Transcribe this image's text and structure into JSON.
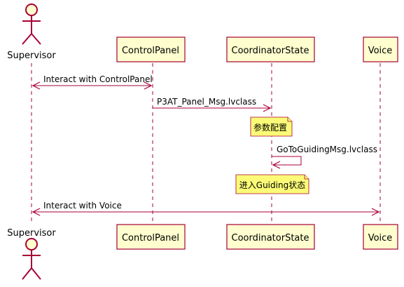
{
  "participants": {
    "supervisor": "Supervisor",
    "control_panel": "ControlPanel",
    "coordinator_state": "CoordinatorState",
    "voice": "Voice"
  },
  "messages": {
    "interact_control_panel": "Interact with ControlPanel",
    "panel_msg": "P3AT_Panel_Msg.lvclass",
    "goto_guiding": "GoToGuidingMsg.lvclass",
    "interact_voice": "Interact with Voice"
  },
  "notes": {
    "param_config": "参数配置",
    "enter_guiding": "进入Guiding状态"
  },
  "colors": {
    "line": "#a80036",
    "participant_fill": "#fefece",
    "note_fill": "#fbfb77"
  }
}
